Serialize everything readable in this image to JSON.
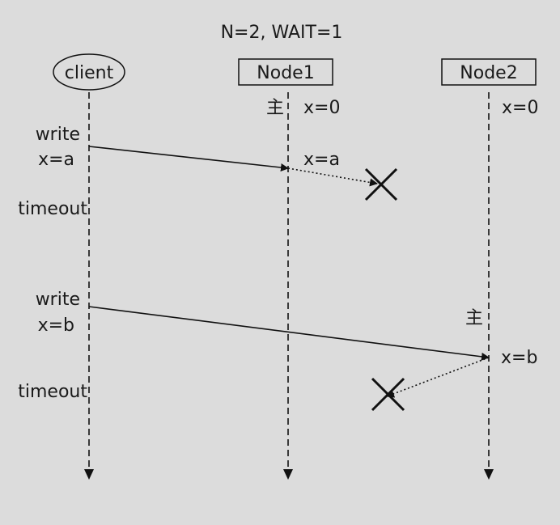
{
  "title": "N=2, WAIT=1",
  "participants": {
    "client": "client",
    "node1": "Node1",
    "node2": "Node2"
  },
  "node1_state": {
    "role": "主",
    "initial_value": "x=0",
    "replicate_label": "x=a"
  },
  "node2_state": {
    "initial_value": "x=0",
    "role_after": "主",
    "new_value": "x=b"
  },
  "client_events": {
    "write1_label": "write",
    "write1_value": "x=a",
    "timeout1": "timeout",
    "write2_label": "write",
    "write2_value": "x=b",
    "timeout2": "timeout"
  }
}
